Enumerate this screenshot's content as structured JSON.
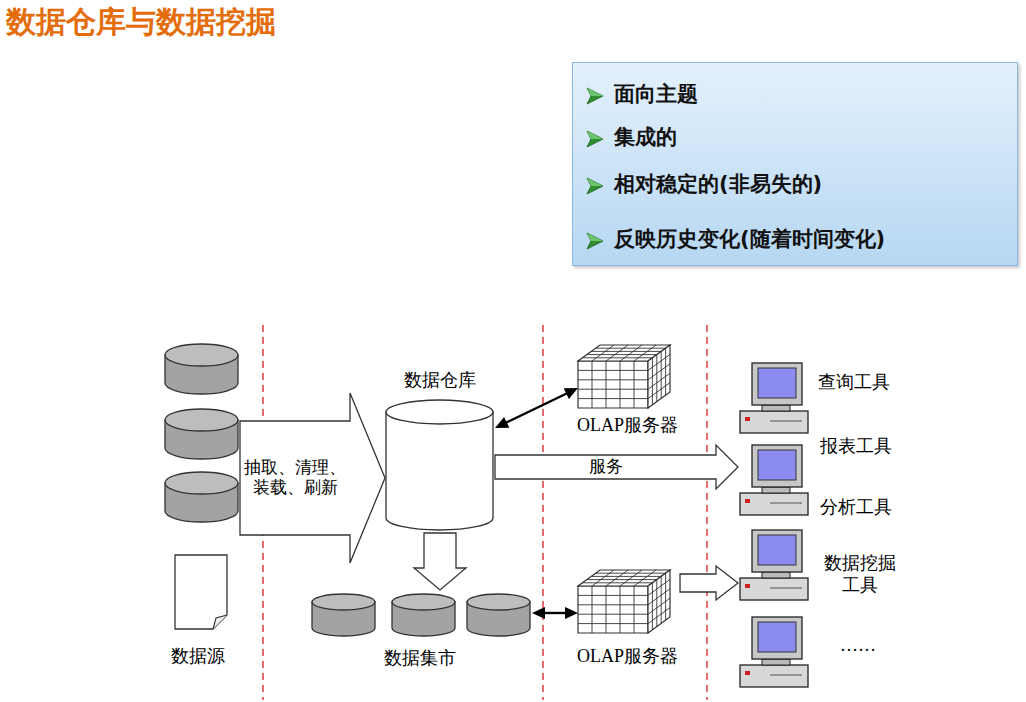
{
  "diagram": {
    "title": "数据仓库与数据挖掘",
    "nodes": [
      {
        "text": [
          "面向主题",
          "集成的",
          "相对稳定的(非易失的)",
          "反映历史变化(随着时间变化)"
        ]
      },
      {
        "text": [
          "数据源"
        ]
      },
      {
        "text": [
          "数据仓库"
        ]
      },
      {
        "text": [
          "数据集市"
        ]
      },
      {
        "text": [
          "OLAP服务器"
        ]
      },
      {
        "text": [
          "OLAP服务器"
        ]
      },
      {
        "text": [
          "查询工具",
          "报表工具",
          "分析工具",
          "数据挖掘 工具",
          "……"
        ]
      }
    ],
    "edges": [
      {
        "from": 1,
        "to": 2,
        "arrow": "to",
        "label": "抽取、清理、装载、刷新"
      },
      {
        "from": 2,
        "to": 4,
        "arrow": "both"
      },
      {
        "from": 2,
        "to": 6,
        "arrow": "to",
        "label": "服务"
      },
      {
        "from": 2,
        "to": 3,
        "arrow": "to"
      },
      {
        "from": 3,
        "to": 5,
        "arrow": "both"
      },
      {
        "from": 5,
        "to": 6,
        "arrow": "to"
      }
    ]
  }
}
